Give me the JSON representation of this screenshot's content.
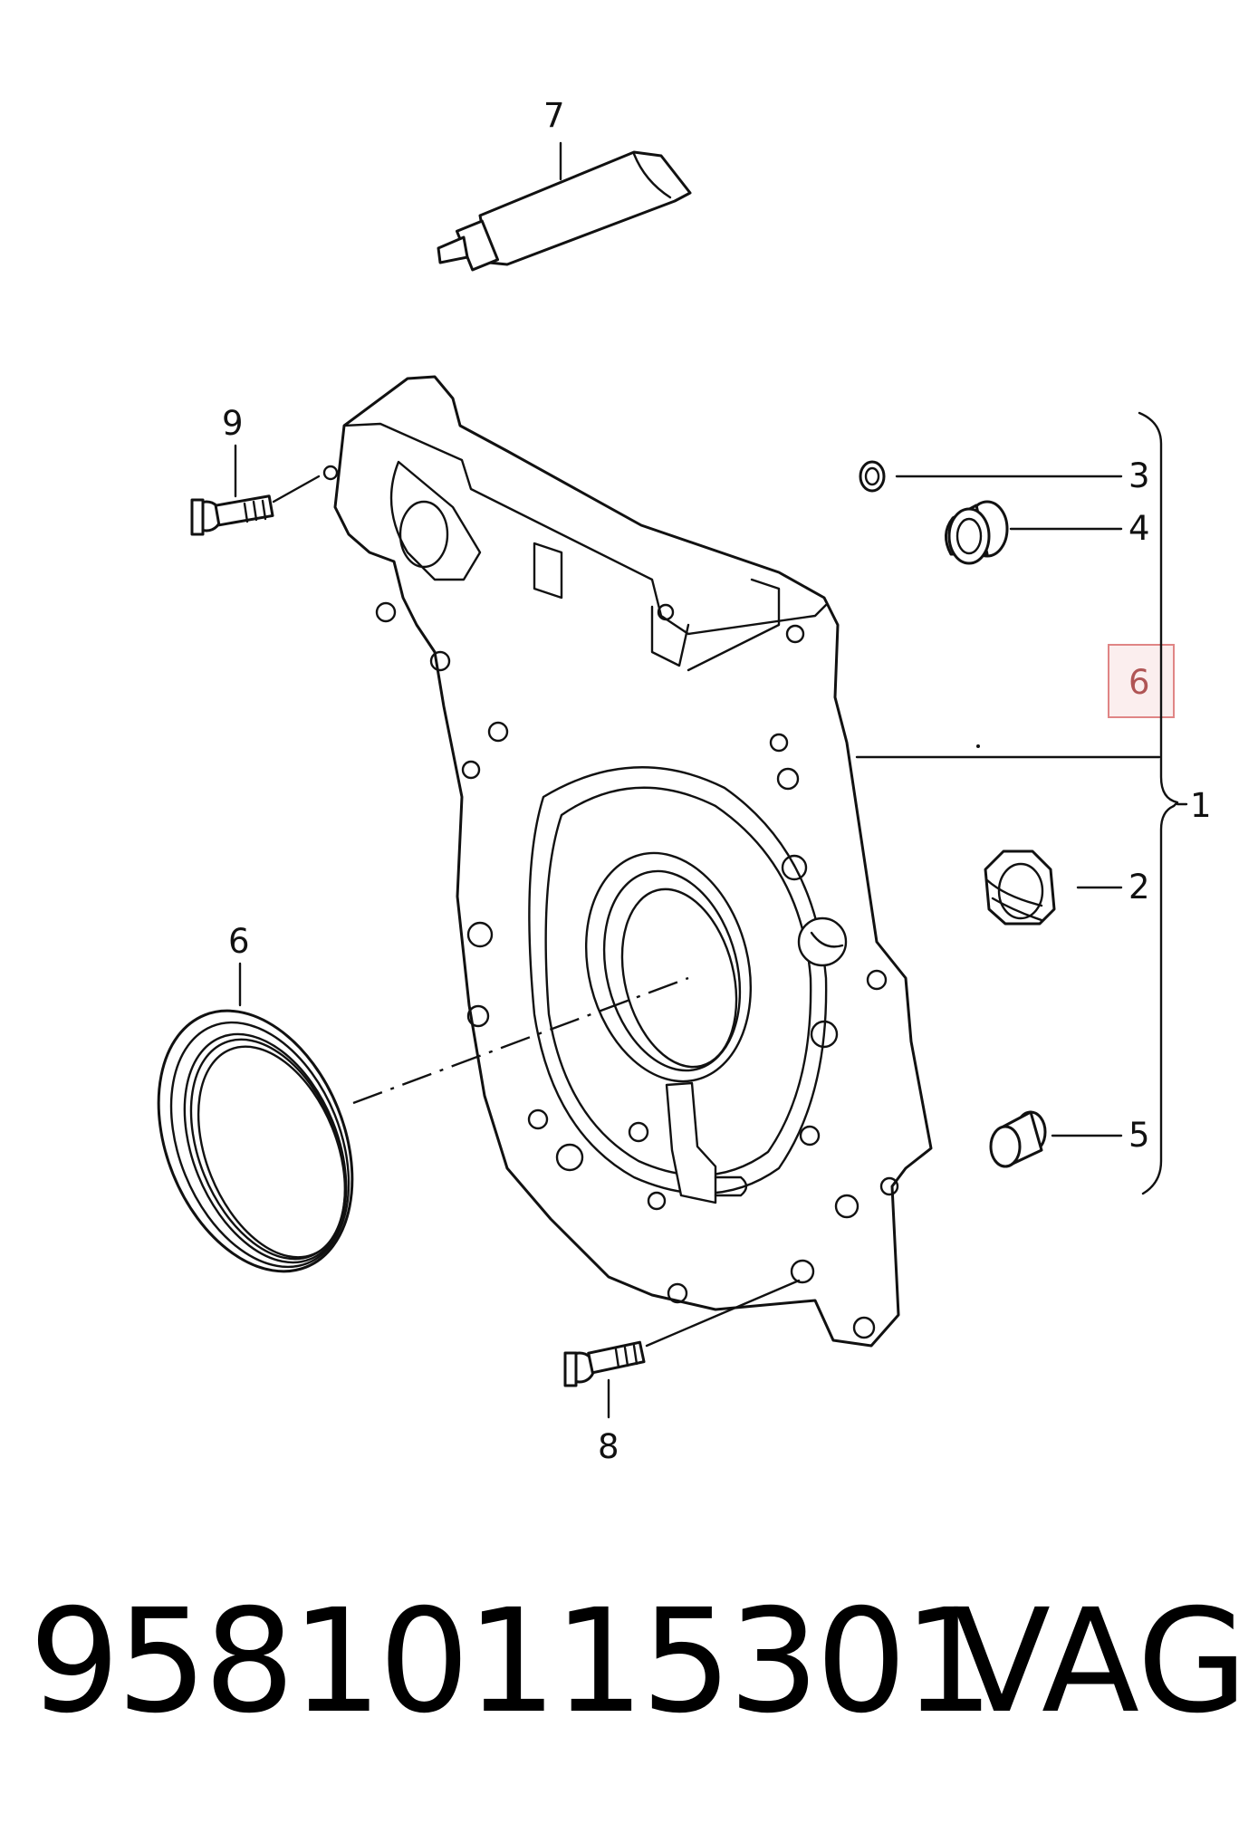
{
  "callouts": {
    "c1": "1",
    "c2": "2",
    "c3": "3",
    "c4": "4",
    "c5": "5",
    "c6_highlight": "6",
    "c6_seal": "6",
    "c7": "7",
    "c8": "8",
    "c9": "9"
  },
  "highlight_color": "#e08585",
  "footer": {
    "part_number": "95810115301",
    "brand": "VAG"
  }
}
